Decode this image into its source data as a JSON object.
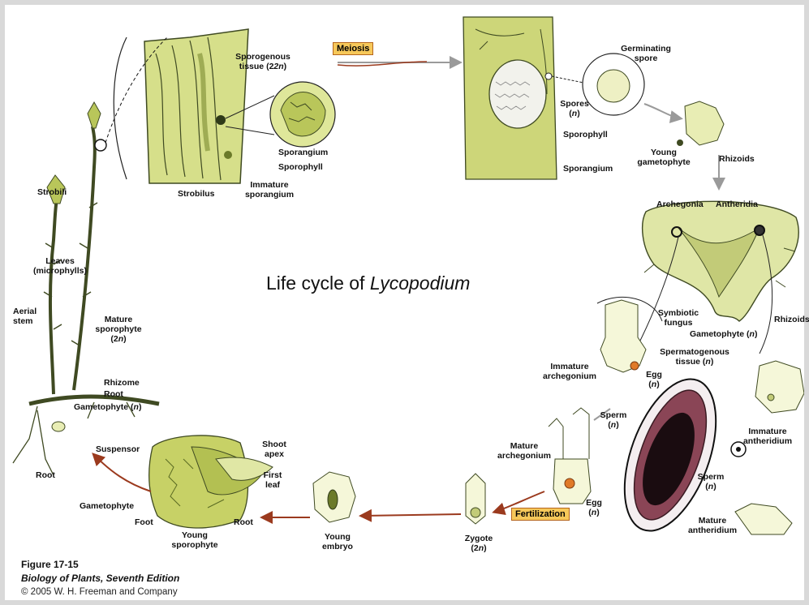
{
  "title": {
    "text": "Life cycle of ",
    "italic": "Lycopodium"
  },
  "process_tags": {
    "meiosis": "Meiosis",
    "fertilization": "Fertilization"
  },
  "labels": {
    "sporogenous_tissue": "Sporogenous",
    "sporogenous_tissue_2": "tissue (2",
    "sporangium_top": "Sporangium",
    "sporophyll_top": "Sporophyll",
    "immature_sporangium_1": "Immature",
    "immature_sporangium_2": "sporangium",
    "strobilus": "Strobilus",
    "germinating_spore_1": "Germinating",
    "germinating_spore_2": "spore",
    "spores": "Spores",
    "sporophyll_right": "Sporophyll",
    "sporangium_right": "Sporangium",
    "young_gametophyte_1": "Young",
    "young_gametophyte_2": "gametophyte",
    "rhizoids_top": "Rhizoids",
    "archegonia": "Archegonia",
    "antheridia": "Antheridia",
    "symbiotic_fungus_1": "Symbiotic",
    "symbiotic_fungus_2": "fungus",
    "gametophyte_right": "Gametophyte (",
    "rhizoids_right": "Rhizoids",
    "spermatogenous_1": "Spermatogenous",
    "spermatogenous_2": "tissue (",
    "immature_archegonium_1": "Immature",
    "immature_archegonium_2": "archegonium",
    "egg_top": "Egg",
    "sperm_mid": "Sperm",
    "immature_antheridium_1": "Immature",
    "immature_antheridium_2": "antheridium",
    "mature_archegonium_1": "Mature",
    "mature_archegonium_2": "archegonium",
    "egg_bottom": "Egg",
    "sperm_bottom": "Sperm",
    "mature_antheridium_1": "Mature",
    "mature_antheridium_2": "antheridium",
    "zygote": "Zygote",
    "young_embryo_1": "Young",
    "young_embryo_2": "embryo",
    "shoot_apex_1": "Shoot",
    "shoot_apex_2": "apex",
    "first_leaf_1": "First",
    "first_leaf_2": "leaf",
    "suspensor": "Suspensor",
    "gametophyte_bottom": "Gametophyte",
    "foot": "Foot",
    "root_embryo": "Root",
    "young_sporophyte_1": "Young",
    "young_sporophyte_2": "sporophyte",
    "strobili": "Strobili",
    "leaves_1": "Leaves",
    "leaves_2": "(microphylls)",
    "aerial_stem_1": "Aerial",
    "aerial_stem_2": "stem",
    "mature_sporophyte_1": "Mature",
    "mature_sporophyte_2": "sporophyte",
    "rhizome": "Rhizome",
    "root_plant": "Root",
    "gametophyte_plant": "Gametophyte (",
    "root_left": "Root"
  },
  "ploidy": {
    "n": "n",
    "two_n": "2n",
    "two": "2"
  },
  "footer": {
    "figure": "Figure 17-15",
    "book": "Biology of Plants, Seventh Edition",
    "copyright": "© 2005 W. H. Freeman and Company"
  },
  "colors": {
    "plant_green": "#c9d46a",
    "dark_green": "#3f4a22",
    "arrow_red": "#9b3a1e",
    "arrow_gray": "#9a9a9a",
    "antheridium_maroon": "#6b2e3a",
    "tag_fill": "#f6c85a"
  }
}
